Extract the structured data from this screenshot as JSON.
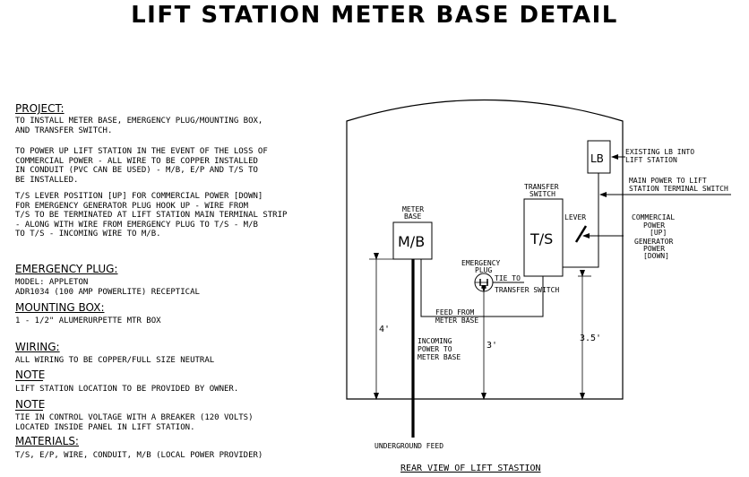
{
  "title": "LIFT STATION METER BASE DETAIL",
  "notes": {
    "project_heading": "PROJECT:",
    "project_p1": "TO INSTALL METER BASE, EMERGENCY PLUG/MOUNTING BOX,\nAND TRANSFER SWITCH.",
    "project_p2": "TO POWER UP LIFT STATION IN THE EVENT OF THE LOSS OF\nCOMMERCIAL POWER - ALL WIRE TO BE COPPER INSTALLED\nIN CONDUIT (PVC CAN BE USED) - M/B, E/P AND T/S TO\nBE INSTALLED.",
    "project_p3": "T/S LEVER POSITION [UP] FOR COMMERCIAL POWER [DOWN]\nFOR EMERGENCY GENERATOR PLUG HOOK UP - WIRE FROM\nT/S TO BE TERMINATED AT LIFT STATION MAIN TERMINAL STRIP\n- ALONG WITH WIRE FROM EMERGENCY PLUG TO T/S - M/B\nTO T/S - INCOMING WIRE TO M/B.",
    "plug_heading": "EMERGENCY PLUG:",
    "plug_text": "MODEL: APPLETON\nADR1034 (100 AMP POWERLITE) RECEPTICAL",
    "box_heading": "MOUNTING BOX:",
    "box_text": "1 - 1/2\" ALUMERURPETTE MTR BOX",
    "wiring_heading": "WIRING:",
    "wiring_text": "ALL WIRING TO BE COPPER/FULL SIZE NEUTRAL",
    "note1_heading": "NOTE",
    "note1_text": "LIFT STATION LOCATION TO BE PROVIDED BY OWNER.",
    "note2_heading": "NOTE",
    "note2_text": "TIE IN CONTROL VOLTAGE WITH A BREAKER (120 VOLTS)\nLOCATED INSIDE PANEL IN LIFT STATION.",
    "materials_heading": "MATERIALS:",
    "materials_text": "T/S, E/P, WIRE, CONDUIT, M/B (LOCAL POWER PROVIDER)"
  },
  "diagram": {
    "meter_base_label1": "METER",
    "meter_base_label2": "BASE",
    "meter_base_box": "M/B",
    "transfer_label1": "TRANSFER",
    "transfer_label2": "SWITCH",
    "transfer_box": "T/S",
    "lb_box": "LB",
    "lever": "LEVER",
    "emergency1": "EMERGENCY",
    "emergency2": "PLUG",
    "tie1": "TIE TO",
    "tie2": "TRANSFER SWITCH",
    "existing_lb1": "EXISTING LB INTO",
    "existing_lb2": "LIFT STATION",
    "main_power1": "MAIN POWER TO LIFT",
    "main_power2": "STATION TERMINAL SWITCH",
    "commercial1": "COMMERCIAL",
    "commercial2": "POWER",
    "commercial3": "[UP]",
    "generator1": "GENERATOR",
    "generator2": "POWER",
    "generator3": "[DOWN]",
    "feed1": "FEED FROM",
    "feed2": "METER BASE",
    "incoming1": "INCOMING",
    "incoming2": "POWER TO",
    "incoming3": "METER BASE",
    "dim_4": "4'",
    "dim_3": "3'",
    "dim_35": "3.5'",
    "underground": "UNDERGROUND FEED",
    "rear_view": "REAR VIEW OF LIFT STASTION"
  }
}
